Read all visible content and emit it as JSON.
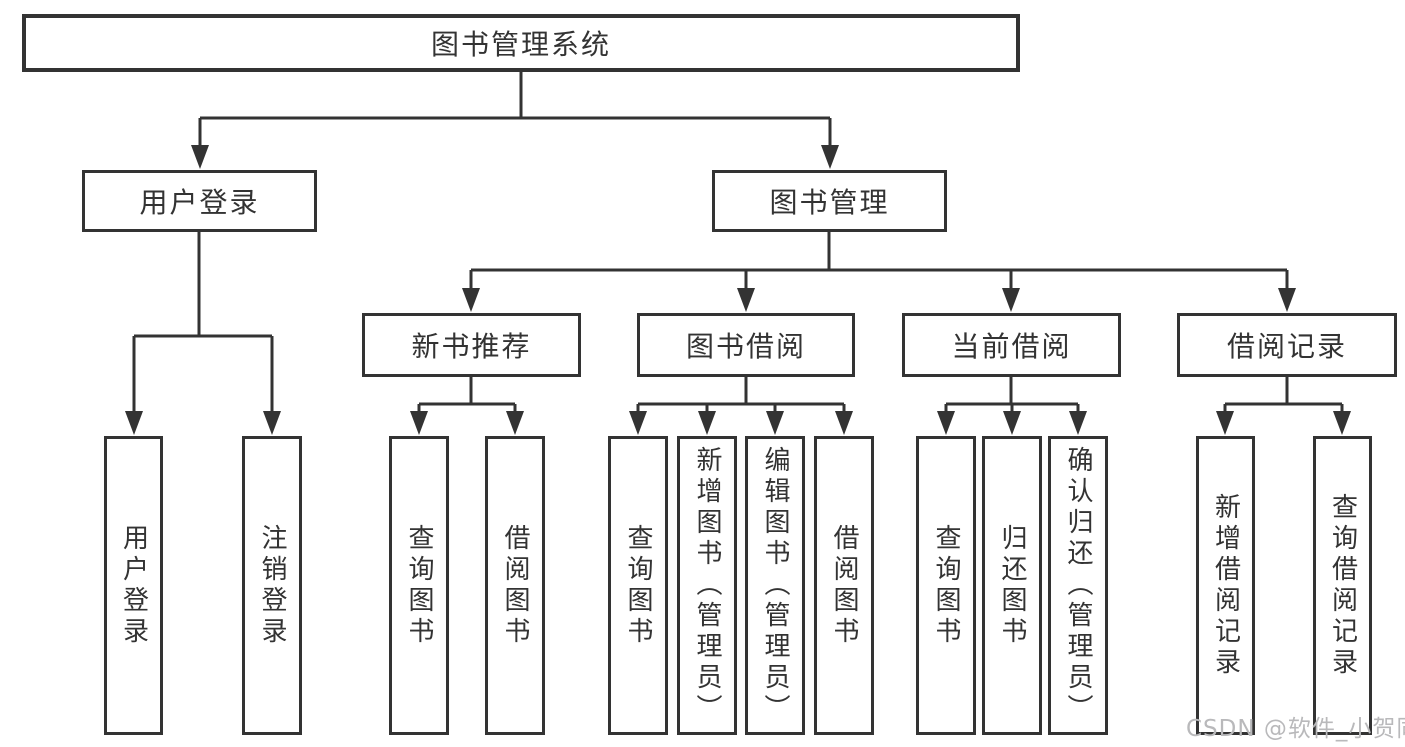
{
  "diagram": {
    "type": "tree",
    "root": {
      "label": "图书管理系统",
      "children": [
        {
          "label": "用户登录",
          "children": [
            {
              "label": "用户登录"
            },
            {
              "label": "注销登录"
            }
          ]
        },
        {
          "label": "图书管理",
          "children": [
            {
              "label": "新书推荐",
              "children": [
                {
                  "label": "查询图书"
                },
                {
                  "label": "借阅图书"
                }
              ]
            },
            {
              "label": "图书借阅",
              "children": [
                {
                  "label": "查询图书"
                },
                {
                  "label": "新增图书（管理员）"
                },
                {
                  "label": "编辑图书（管理员）"
                },
                {
                  "label": "借阅图书"
                }
              ]
            },
            {
              "label": "当前借阅",
              "children": [
                {
                  "label": "查询图书"
                },
                {
                  "label": "归还图书"
                },
                {
                  "label": "确认归还（管理员）"
                }
              ]
            },
            {
              "label": "借阅记录",
              "children": [
                {
                  "label": "新增借阅记录"
                },
                {
                  "label": "查询借阅记录"
                }
              ]
            }
          ]
        }
      ]
    }
  },
  "watermark": "CSDN @软件_小贺同学",
  "colors": {
    "line": "#333333",
    "text": "#333333",
    "watermark": "#b9b9bb",
    "background": "#ffffff"
  }
}
